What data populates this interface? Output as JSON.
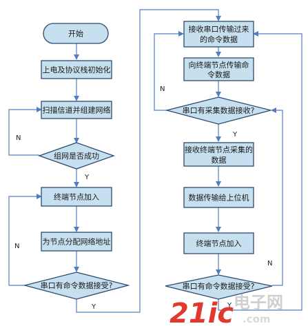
{
  "nodes": {
    "start": "开始",
    "power_init": "上电及协议栈初始化",
    "scan_build": "扫描信道并组建网络",
    "network_ok": "组网是否成功",
    "terminal_join_1": "终端节点加入",
    "assign_addr": "为节点分配网络地址",
    "serial_cmd_1": "串口有命令数据接受?",
    "recv_cmd_line1": "接收串口传输过来",
    "recv_cmd_line2": "的命令数据",
    "send_cmd_line1": "向终端节点传输命",
    "send_cmd_line2": "令数据",
    "serial_collect": "串口有采集数据接收?",
    "recv_collect_line1": "接收终端节点采集的",
    "recv_collect_line2": "数据",
    "to_host": "数据传输给上位机",
    "terminal_join_2": "终端节点加入",
    "serial_cmd_2": "串口有命令数据接受?"
  },
  "branches": {
    "n_network": "N",
    "y_network": "Y",
    "n_serial1": "N",
    "y_serial1": "Y",
    "n_collect": "N",
    "y_collect": "Y",
    "n_serial2": "N",
    "y_serial2": "Y"
  },
  "watermark": {
    "main": "21ic",
    "cn": "电子网",
    "com": ".com"
  },
  "colors": {
    "box_fill": "#c6e0ef",
    "box_stroke": "#2d4a73",
    "arrow": "#4f7fbf",
    "watermark_red": "#e03a2e"
  }
}
